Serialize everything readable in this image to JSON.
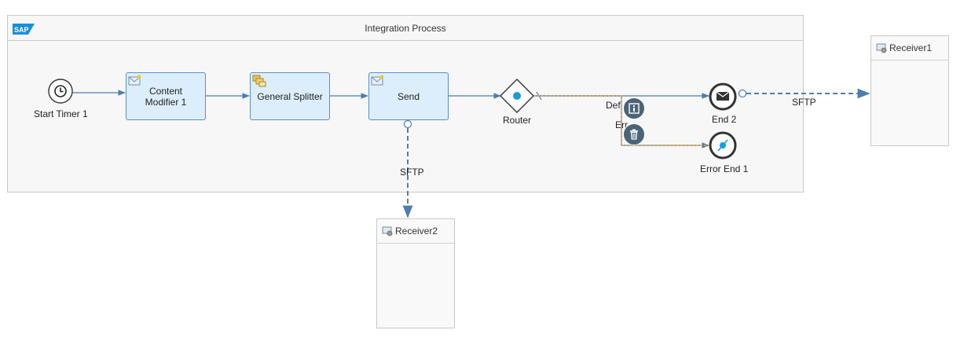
{
  "process": {
    "title": "Integration Process",
    "logo": "SAP"
  },
  "nodes": {
    "start_timer": "Start Timer 1",
    "content_modifier": "Content Modifier 1",
    "general_splitter": "General Splitter",
    "send": "Send",
    "router": "Router",
    "end2": "End 2",
    "error_end": "Error End 1"
  },
  "route_labels": {
    "default": "Def",
    "error": "Err"
  },
  "connections": {
    "sftp_receiver1": "SFTP",
    "sftp_receiver2": "SFTP"
  },
  "receivers": {
    "receiver1": "Receiver1",
    "receiver2": "Receiver2"
  },
  "icons": {
    "start": "clock-icon",
    "end2": "envelope-icon",
    "error_end": "error-end-icon",
    "info": "info-icon",
    "delete": "trash-icon",
    "receiver": "receiver-system-icon",
    "task": "content-modifier-icon",
    "splitter": "splitter-icon"
  },
  "colors": {
    "connector": "#4a7eb3",
    "selection": "#e8a33a",
    "task_fill": "#dceefb",
    "router_dot": "#1a9be0",
    "action_button": "#4a6478"
  }
}
